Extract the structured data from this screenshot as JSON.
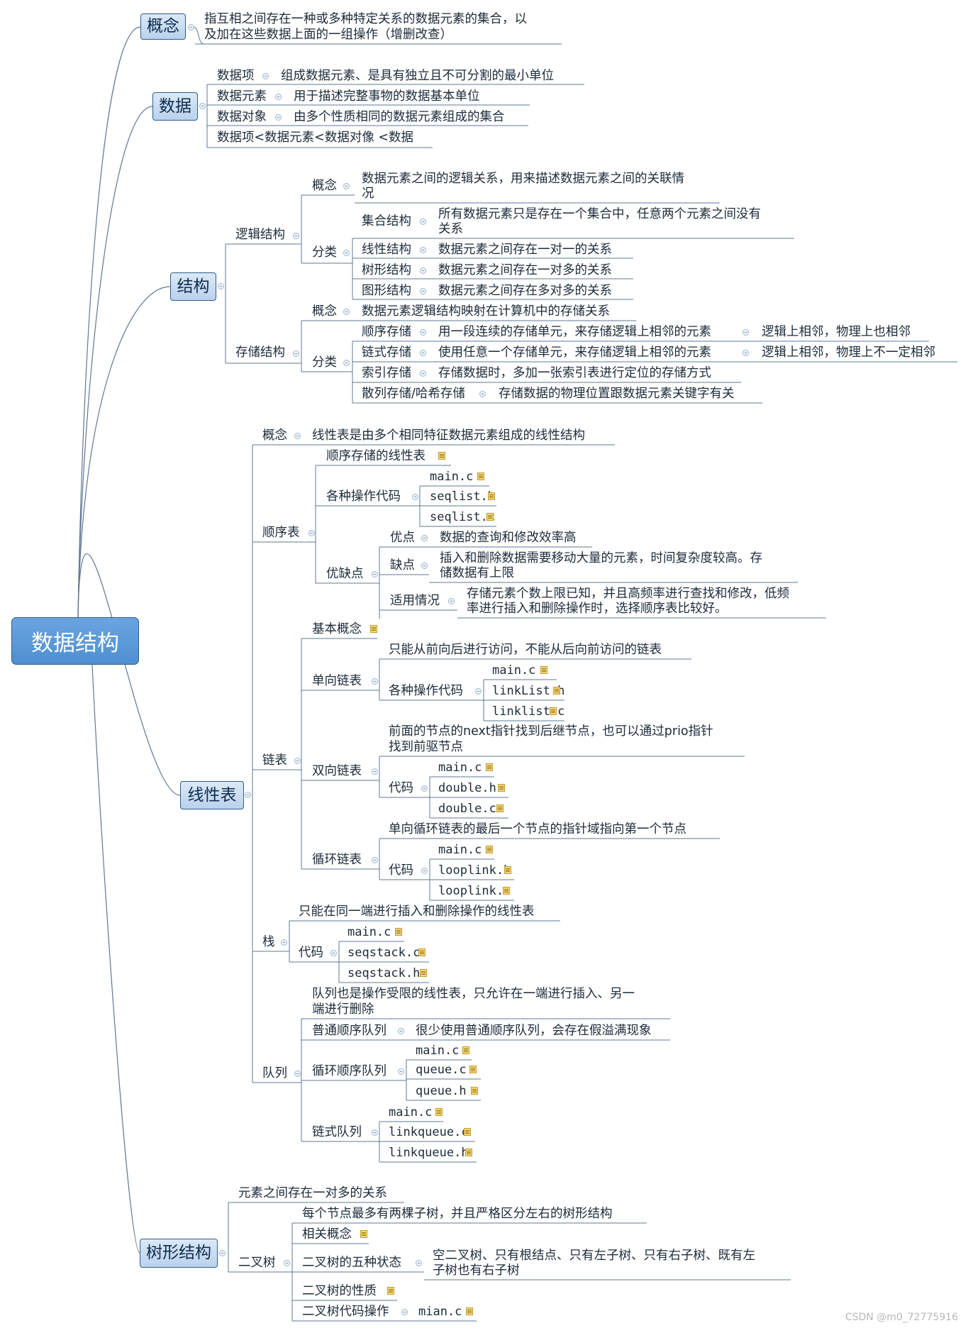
{
  "root": "数据结构",
  "watermark": "CSDN @m0_72775916",
  "branches": {
    "concept": {
      "label": "概念",
      "text1": "指互相之间存在一种或多种特定关系的数据元素的集合，以",
      "text2": "及加在这些数据上面的一组操作（增删改查）"
    },
    "data": {
      "label": "数据",
      "items": [
        {
          "k": "数据项",
          "v": "组成数据元素、是具有独立且不可分割的最小单位"
        },
        {
          "k": "数据元素",
          "v": "用于描述完整事物的数据基本单位"
        },
        {
          "k": "数据对象",
          "v": "由多个性质相同的数据元素组成的集合"
        },
        {
          "k": "数据项<数据元素<数据对像 <数据",
          "v": ""
        }
      ]
    },
    "structure": {
      "label": "结构",
      "logical": {
        "label": "逻辑结构",
        "concept": "概念",
        "concept_text1": "数据元素之间的逻辑关系，用来描述数据元素之间的关联情",
        "concept_text2": "况",
        "category": "分类",
        "items": [
          {
            "k": "集合结构",
            "v1": "所有数据元素只是存在一个集合中，任意两个元素之间没有",
            "v2": "关系"
          },
          {
            "k": "线性结构",
            "v1": "数据元素之间存在一对一的关系"
          },
          {
            "k": "树形结构",
            "v1": "数据元素之间存在一对多的关系"
          },
          {
            "k": "图形结构",
            "v1": "数据元素之间存在多对多的关系"
          }
        ]
      },
      "storage": {
        "label": "存储结构",
        "concept": "概念",
        "concept_text": "数据元素逻辑结构映射在计算机中的存储关系",
        "category": "分类",
        "items": [
          {
            "k": "顺序存储",
            "v": "用一段连续的存储单元，来存储逻辑上相邻的元素",
            "w": "逻辑上相邻，物理上也相邻"
          },
          {
            "k": "链式存储",
            "v": "使用任意一个存储单元，来存储逻辑上相邻的元素",
            "w": "逻辑上相邻，物理上不一定相邻"
          },
          {
            "k": "索引存储",
            "v": "存储数据时，多加一张索引表进行定位的存储方式"
          },
          {
            "k": "散列存储/哈希存储",
            "v": "存储数据的物理位置跟数据元素关键字有关"
          }
        ]
      }
    },
    "linear": {
      "label": "线性表",
      "concept": "概念",
      "concept_text": "线性表是由多个相同特征数据元素组成的线性结构",
      "seq": {
        "label": "顺序表",
        "storage": "顺序存储的线性表",
        "ops": "各种操作代码",
        "files": [
          "main.c",
          "seqlist.h",
          "seqlist.c"
        ],
        "pros_cons": "优缺点",
        "pro": "优点",
        "pro_text": "数据的查询和修改效率高",
        "con": "缺点",
        "con_text1": "插入和删除数据需要移动大量的元素，时间复杂度较高。存",
        "con_text2": "储数据有上限",
        "fit": "适用情况",
        "fit_text1": "存储元素个数上限已知，并且高频率进行查找和修改，低频",
        "fit_text2": "率进行插入和删除操作时，选择顺序表比较好。"
      },
      "linked": {
        "label": "链表",
        "basic": "基本概念",
        "single": "单向链表",
        "single_text": "只能从前向后进行访问，不能从后向前访问的链表",
        "single_ops": "各种操作代码",
        "single_files": [
          "main.c",
          "linkList.h",
          "linklist.c"
        ],
        "double": "双向链表",
        "double_text1": "前面的节点的next指针找到后继节点，也可以通过prio指针",
        "double_text2": "找到前驱节点",
        "double_code": "代码",
        "double_files": [
          "main.c",
          "double.h",
          "double.c"
        ],
        "loop": "循环链表",
        "loop_text": "单向循环链表的最后一个节点的指针域指向第一个节点",
        "loop_code": "代码",
        "loop_files": [
          "main.c",
          "looplink.h",
          "looplink.c"
        ]
      },
      "stack": {
        "label": "栈",
        "text": "只能在同一端进行插入和删除操作的线性表",
        "code": "代码",
        "files": [
          "main.c",
          "seqstack.c",
          "seqstack.h"
        ]
      },
      "queue": {
        "label": "队列",
        "text1": "队列也是操作受限的线性表，只允许在一端进行插入、另一",
        "text2": "端进行删除",
        "normal": "普通顺序队列",
        "normal_text": "很少使用普通顺序队列，会存在假溢满现象",
        "circle": "循环顺序队列",
        "circle_files": [
          "main.c",
          "queue.c",
          "queue.h"
        ],
        "link": "链式队列",
        "link_files": [
          "main.c",
          "linkqueue.c",
          "linkqueue.h"
        ]
      }
    },
    "tree": {
      "label": "树形结构",
      "text": "元素之间存在一对多的关系",
      "binary": "二叉树",
      "binary_text": "每个节点最多有两棵子树，并且严格区分左右的树形结构",
      "related": "相关概念",
      "five": "二叉树的五种状态",
      "five_text1": "空二叉树、只有根结点、只有左子树、只有右子树、既有左",
      "five_text2": "子树也有右子树",
      "props": "二叉树的性质",
      "ops": "二叉树代码操作",
      "ops_file": "mian.c"
    }
  }
}
